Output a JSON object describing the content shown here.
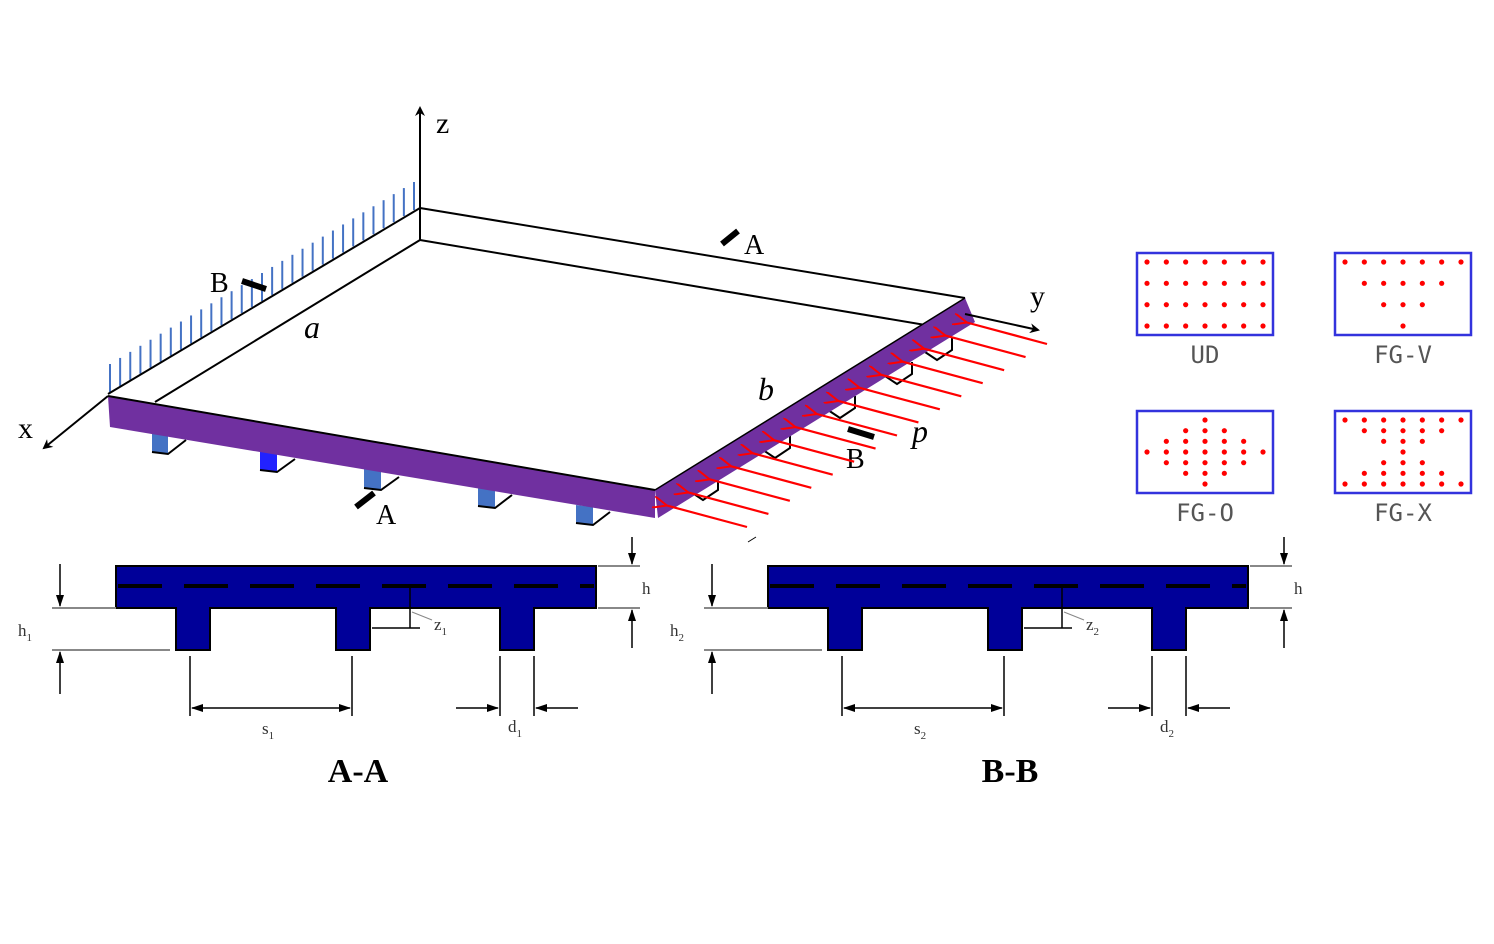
{
  "figure": {
    "axes": {
      "x": "x",
      "y": "y",
      "z": "z"
    },
    "dimensions": {
      "a": "a",
      "b": "b"
    },
    "load": {
      "label": "p",
      "arrow_count": 15,
      "color": "#ff0000"
    },
    "section_marks": {
      "A_top": "A",
      "A_bottom": "A",
      "B_left": "B",
      "B_right": "B"
    },
    "colors": {
      "edge_purple": "#7030a0",
      "stiffener_blue": "#4472c4",
      "stiffener_bright": "#2222ff",
      "section_fill": "#000099",
      "support_hatch": "#4472c4",
      "pattern_border": "#3333dd",
      "pattern_dot": "#ff0000"
    }
  },
  "sections": [
    {
      "title": "A-A",
      "h_label": "h",
      "hs_label": "h",
      "hs_sub": "1",
      "z_label": "z",
      "z_sub": "1",
      "s_label": "s",
      "s_sub": "1",
      "d_label": "d",
      "d_sub": "1"
    },
    {
      "title": "B-B",
      "h_label": "h",
      "hs_label": "h",
      "hs_sub": "2",
      "z_label": "z",
      "z_sub": "2",
      "s_label": "s",
      "s_sub": "2",
      "d_label": "d",
      "d_sub": "2"
    }
  ],
  "patterns": [
    {
      "name": "UD",
      "rows": [
        [
          1,
          1,
          1,
          1,
          1,
          1,
          1
        ],
        [
          1,
          1,
          1,
          1,
          1,
          1,
          1
        ],
        [
          1,
          1,
          1,
          1,
          1,
          1,
          1
        ],
        [
          1,
          1,
          1,
          1,
          1,
          1,
          1
        ]
      ]
    },
    {
      "name": "FG-V",
      "rows": [
        [
          1,
          1,
          1,
          1,
          1,
          1,
          1
        ],
        [
          0,
          1,
          1,
          1,
          1,
          1,
          0
        ],
        [
          0,
          0,
          1,
          1,
          1,
          0,
          0
        ],
        [
          0,
          0,
          0,
          1,
          0,
          0,
          0
        ]
      ]
    },
    {
      "name": "FG-O",
      "rows": [
        [
          0,
          0,
          0,
          1,
          0,
          0,
          0
        ],
        [
          0,
          0,
          1,
          1,
          1,
          0,
          0
        ],
        [
          0,
          1,
          1,
          1,
          1,
          1,
          0
        ],
        [
          1,
          1,
          1,
          1,
          1,
          1,
          1
        ],
        [
          0,
          1,
          1,
          1,
          1,
          1,
          0
        ],
        [
          0,
          0,
          1,
          1,
          1,
          0,
          0
        ],
        [
          0,
          0,
          0,
          1,
          0,
          0,
          0
        ]
      ]
    },
    {
      "name": "FG-X",
      "rows": [
        [
          1,
          1,
          1,
          1,
          1,
          1,
          1
        ],
        [
          0,
          1,
          1,
          1,
          1,
          1,
          0
        ],
        [
          0,
          0,
          1,
          1,
          1,
          0,
          0
        ],
        [
          0,
          0,
          0,
          1,
          0,
          0,
          0
        ],
        [
          0,
          0,
          1,
          1,
          1,
          0,
          0
        ],
        [
          0,
          1,
          1,
          1,
          1,
          1,
          0
        ],
        [
          1,
          1,
          1,
          1,
          1,
          1,
          1
        ]
      ]
    }
  ]
}
